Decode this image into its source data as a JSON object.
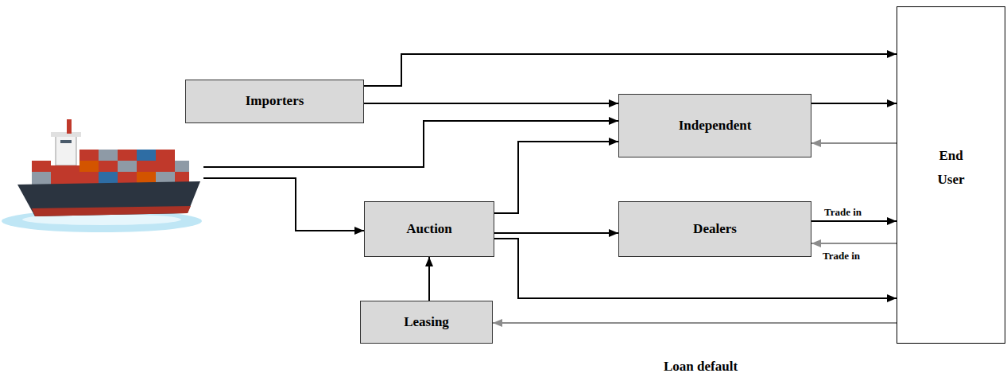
{
  "diagram": {
    "nodes": [
      {
        "text": [
          "Importers"
        ]
      },
      {
        "text": [
          "Independent"
        ]
      },
      {
        "text": [
          "End User"
        ]
      },
      {
        "text": [
          "Auction"
        ]
      },
      {
        "text": [
          "Dealers"
        ]
      },
      {
        "text": [
          "Leasing"
        ]
      }
    ],
    "edges": [
      {
        "from": 0,
        "to": 2,
        "arrow": "to"
      },
      {
        "from": 0,
        "to": 1,
        "arrow": "to"
      },
      {
        "from": 1,
        "to": 2,
        "arrow": "to"
      },
      {
        "from": 2,
        "to": 1,
        "arrow": "to"
      },
      {
        "from": 3,
        "to": 1,
        "arrow": "to"
      },
      {
        "from": 3,
        "to": 4,
        "arrow": "to"
      },
      {
        "from": 4,
        "to": 2,
        "arrow": "to",
        "label": "Trade in"
      },
      {
        "from": 2,
        "to": 4,
        "arrow": "to",
        "label": "Trade in"
      },
      {
        "from": 3,
        "to": 2,
        "arrow": "to"
      },
      {
        "from": 5,
        "to": 3,
        "arrow": "to"
      },
      {
        "from": 2,
        "to": 5,
        "arrow": "to"
      }
    ],
    "labels": [
      "Loan default"
    ]
  }
}
